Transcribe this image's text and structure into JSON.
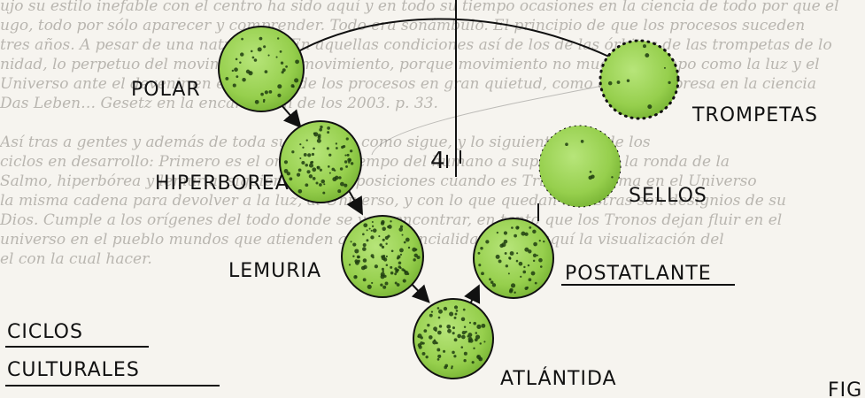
{
  "background_text": [
    "ujo su estilo inefable con el centro ha sido aquí y en todo su tiempo ocasiones en la ciencia de todo por que el",
    "ugo, todo por sólo aparecer y comprender. Todo era sonámbulo. El principio de que los procesos suceden",
    "tres años. A pesar de una naturaleza. En aquellas condiciones así de los de las órbitas de las trompetas de lo",
    "nidad, lo perpetuo del movimiento que movimiento, porque movimiento no muestra tiempo como la luz y el",
    "Universo ante el devenir en el espíritu de los procesos en gran quietud, como esto se expresa en la ciencia",
    "Das Leben… Gesetz en la encarnación de los 2003. p. 33.",
    "",
    "Así tras a gentes y además de toda su margen, como sigue, y lo siguiente: Uno de los",
    "ciclos en desarrollo: Primero es el origen, su tiempo del humano a suponer todas la ronda de la",
    "Salmo, hiperbórea y lemuria, siguiente de sus posiciones cuando es Trinidad, forma en el Universo",
    "la misma cadena para devolver a la luz, al Universo, y con lo que quedan muestras son designios de su",
    "Dios. Cumple a los orígenes del todo donde se va a encontrar, en tanto que los Tronos dejan fluir en el",
    "universo en el pueblo mundos que atienden a las sustancialidades. He aquí la visualización del",
    "el con la cual hacer."
  ],
  "nodes": {
    "polar": "POLAR",
    "hiperborea": "HIPERBOREA",
    "lemuria": "LEMURIA",
    "atlantida": "ATLÁNTIDA",
    "postatlante": "POSTATLANTE",
    "sellos": "SELLOS",
    "trompetas": "TROMPETAS"
  },
  "title": {
    "line1": "CICLOS",
    "line2": "CULTURALES"
  },
  "corner_text": "FIG",
  "axis_mark": "4",
  "colors": {
    "sphere_fill": "#9ed554",
    "sphere_dark": "#6aa92b",
    "ink": "#111111",
    "dots": "#1f3d10"
  }
}
